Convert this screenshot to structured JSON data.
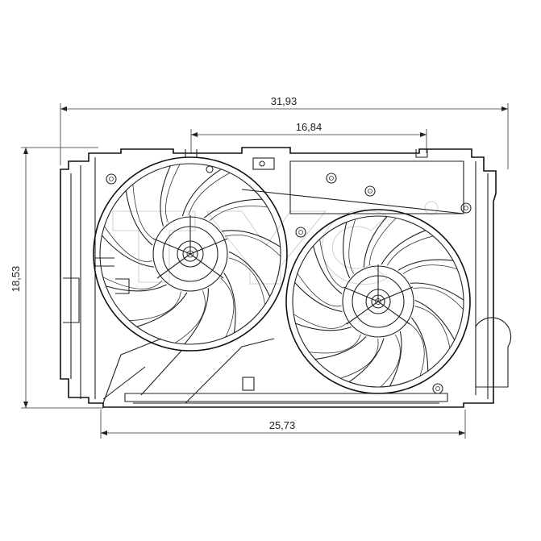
{
  "dimensions": {
    "overall_width": "31,93",
    "fan_spacing": "16,84",
    "overall_height": "18,53",
    "base_width": "25,73"
  },
  "watermark": {
    "text": "TYC"
  },
  "colors": {
    "line": "#222222",
    "background": "#ffffff",
    "watermark": "#cfcfcf"
  }
}
